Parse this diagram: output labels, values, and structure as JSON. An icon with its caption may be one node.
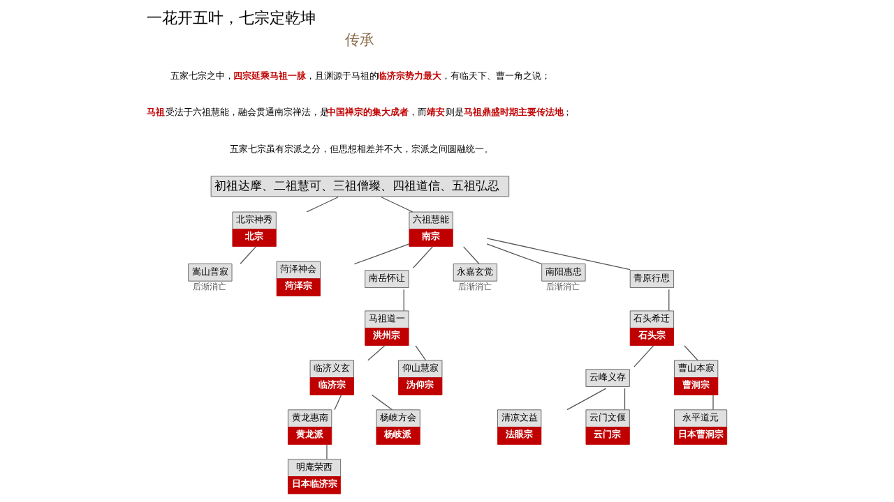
{
  "diagram": {
    "title": "一花开五叶，七宗定乾坤",
    "nodes": [
      {
        "text": [
          "初祖达摩、二祖慧可、三祖僧璨、四祖道信、五祖弘忍"
        ]
      },
      {
        "text": [
          "北宗神秀",
          "北宗"
        ]
      },
      {
        "text": [
          "六祖慧能",
          "南宗"
        ]
      },
      {
        "text": [
          "嵩山普寂"
        ],
        "beside": [
          "后渐消亡"
        ]
      },
      {
        "text": [
          "菏泽神会",
          "菏泽宗"
        ]
      },
      {
        "text": [
          "南岳怀让"
        ]
      },
      {
        "text": [
          "永嘉玄觉"
        ],
        "beside": [
          "后渐消亡"
        ]
      },
      {
        "text": [
          "南阳惠忠"
        ],
        "beside": [
          "后渐消亡"
        ]
      },
      {
        "text": [
          "青原行思"
        ]
      },
      {
        "text": [
          "马祖道一",
          "洪州宗"
        ]
      },
      {
        "text": [
          "石头希迁",
          "石头宗"
        ]
      },
      {
        "text": [
          "临济义玄",
          "临济宗"
        ]
      },
      {
        "text": [
          "仰山慧寂",
          "沩仰宗"
        ]
      },
      {
        "text": [
          "云峰义存"
        ]
      },
      {
        "text": [
          "曹山本寂",
          "曹洞宗"
        ]
      },
      {
        "text": [
          "明庵荣西",
          "日本临济宗"
        ]
      },
      {
        "text": [
          "黄龙惠南",
          "黄龙派"
        ]
      },
      {
        "text": [
          "杨岐方会",
          "杨岐派"
        ]
      },
      {
        "text": [
          "清凉文益",
          "法眼宗"
        ]
      },
      {
        "text": [
          "云门文偃",
          "云门宗"
        ]
      },
      {
        "text": [
          "永平道元",
          "日本曹洞宗"
        ]
      }
    ],
    "edges": [
      {
        "from": 0,
        "to": 1,
        "arrow": "none"
      },
      {
        "from": 0,
        "to": 2,
        "arrow": "none"
      },
      {
        "from": 1,
        "to": 3,
        "arrow": "none"
      },
      {
        "from": 2,
        "to": 4,
        "arrow": "none"
      },
      {
        "from": 2,
        "to": 5,
        "arrow": "none"
      },
      {
        "from": 2,
        "to": 6,
        "arrow": "none"
      },
      {
        "from": 2,
        "to": 7,
        "arrow": "none"
      },
      {
        "from": 2,
        "to": 8,
        "arrow": "none"
      },
      {
        "from": 5,
        "to": 9,
        "arrow": "none"
      },
      {
        "from": 8,
        "to": 10,
        "arrow": "none"
      },
      {
        "from": 9,
        "to": 11,
        "arrow": "none"
      },
      {
        "from": 9,
        "to": 12,
        "arrow": "none"
      },
      {
        "from": 10,
        "to": 13,
        "arrow": "none"
      },
      {
        "from": 10,
        "to": 14,
        "arrow": "none"
      },
      {
        "from": 11,
        "to": 16,
        "arrow": "none"
      },
      {
        "from": 11,
        "to": 17,
        "arrow": "none"
      },
      {
        "from": 16,
        "to": 15,
        "arrow": "none"
      },
      {
        "from": 13,
        "to": 18,
        "arrow": "none"
      },
      {
        "from": 13,
        "to": 19,
        "arrow": "none"
      },
      {
        "from": 14,
        "to": 20,
        "arrow": "none"
      }
    ],
    "labels": [
      "传承",
      "五家七宗之中，**四宗延乘马祖一脉**，且渊源于马祖的**临济宗势力最大**，有临天下、曹一角之说；",
      "**马祖**受法于六祖慧能，融会贯通南宗禅法，是**中国禅宗的集大成者**，而**靖安**则是**马祖鼎盛时期主要传法地**；",
      "五家七宗虽有宗派之分，但思想相差并不大，宗派之间圆融统一。"
    ]
  }
}
